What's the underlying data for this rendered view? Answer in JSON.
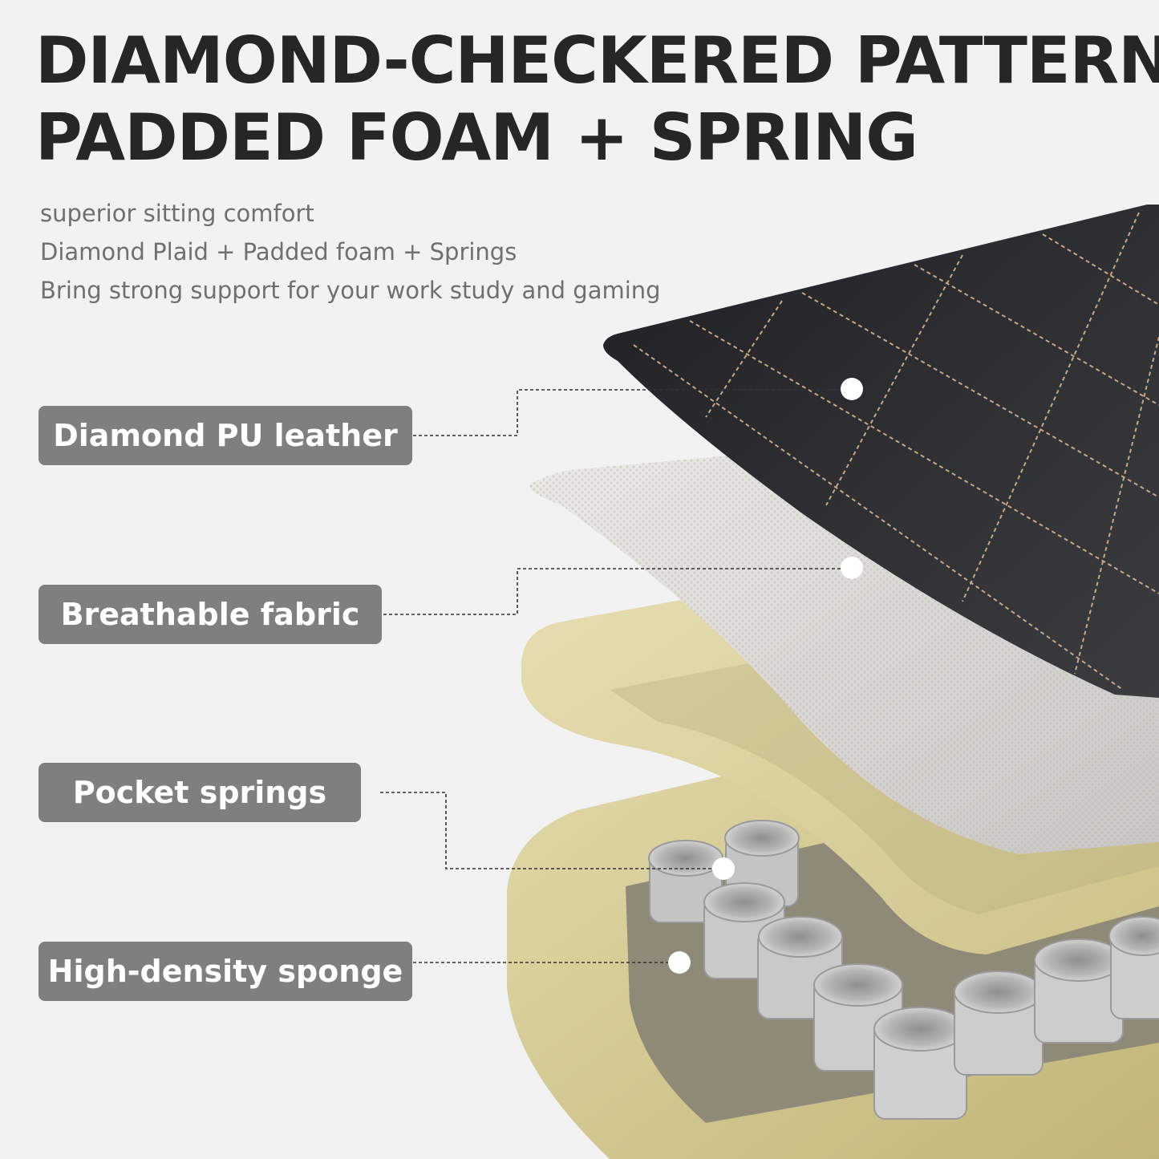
{
  "headline": {
    "line1": "DIAMOND-CHECKERED PATTERN",
    "line2": "PADDED FOAM + SPRING"
  },
  "subtext": [
    "superior sitting comfort",
    "Diamond Plaid + Padded foam + Springs",
    "Bring strong support for your work study and gaming"
  ],
  "labels": [
    "Diamond PU leather",
    "Breathable fabric",
    "Pocket springs",
    "High-density sponge"
  ],
  "colors": {
    "background": "#f2f2f2",
    "label_bg": "#7f7f7f",
    "leather": "#2a2b2e",
    "stitching": "#d9b48a",
    "fabric": "#e3e1de",
    "sponge": "#d6cc9a",
    "springs": "#b9b9b9"
  }
}
